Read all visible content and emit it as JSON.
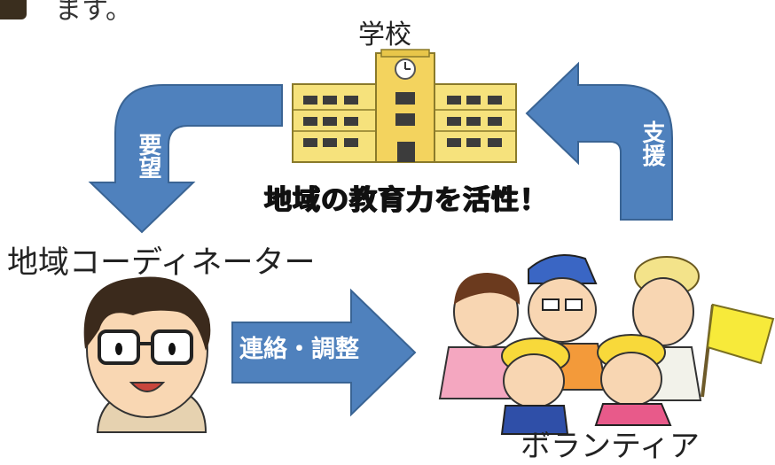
{
  "top_text": "ます。",
  "school": {
    "label": "学校"
  },
  "slogan": "地域の教育力を活性！",
  "arrows": {
    "request": "要望",
    "support": "支援",
    "liaison": "連絡・調整"
  },
  "coordinator": {
    "label": "地域コーディネーター"
  },
  "volunteer": {
    "label": "ボランティア"
  },
  "colors": {
    "arrow_fill": "#4f81bd",
    "arrow_stroke": "#3a6494",
    "building": "#f7e27a",
    "slogan_text": "#111111"
  }
}
